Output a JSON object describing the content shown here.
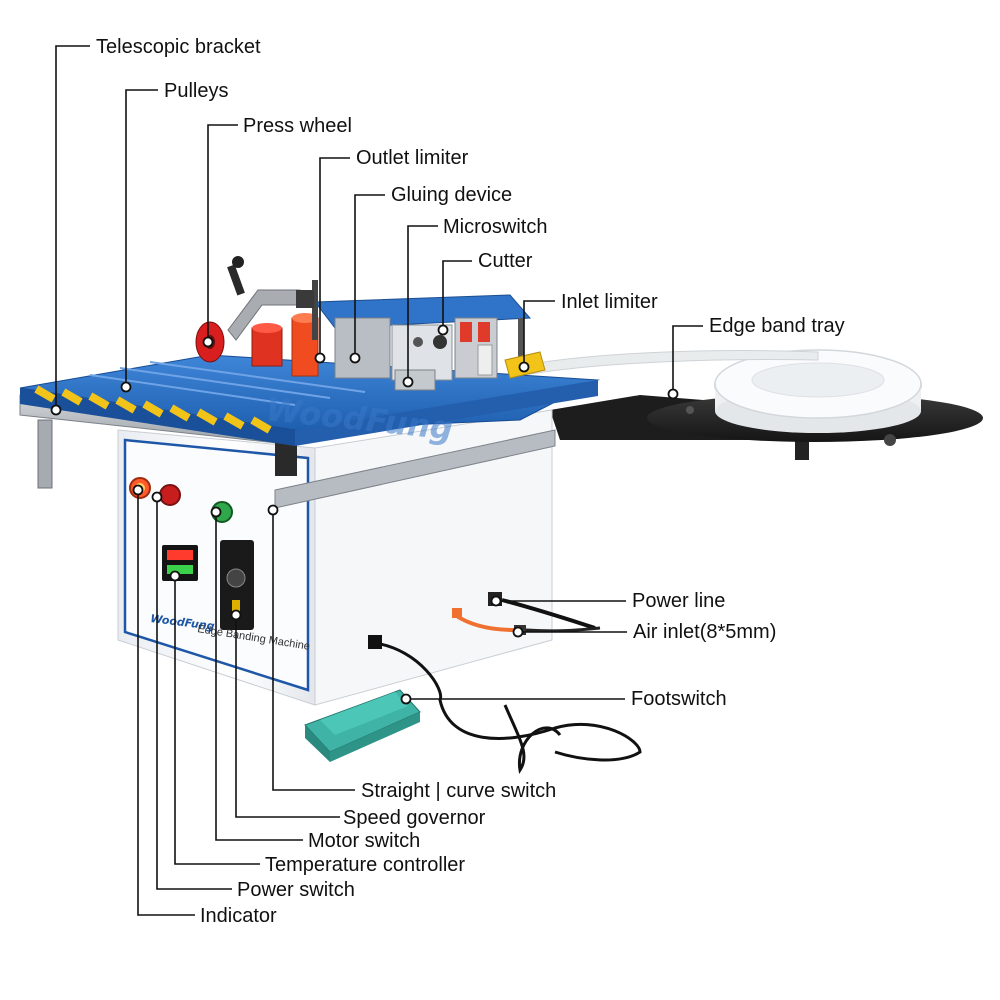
{
  "brand": {
    "logo_text": "WoodFung",
    "panel_text": "Edge Banding Machine"
  },
  "labels": {
    "telescopic_bracket": "Telescopic bracket",
    "pulleys": "Pulleys",
    "press_wheel": "Press wheel",
    "outlet_limiter": "Outlet limiter",
    "gluing_device": "Gluing device",
    "microswitch": "Microswitch",
    "cutter": "Cutter",
    "inlet_limiter": "Inlet limiter",
    "edge_band_tray": "Edge band tray",
    "power_line": "Power line",
    "air_inlet": "Air inlet(8*5mm)",
    "footswitch": "Footswitch",
    "straight_curve_switch": "Straight | curve switch",
    "speed_governor": "Speed governor",
    "motor_switch": "Motor switch",
    "temperature_controller": "Temperature controller",
    "power_switch": "Power switch",
    "indicator": "Indicator"
  },
  "colors": {
    "table_blue": "#2b6fc4",
    "cabinet_white": "#f4f6f8",
    "roller_yellow": "#f2c318",
    "pedal_teal": "#3aa79a",
    "tray_dark": "#2a2a2a",
    "accent_red": "#d9231d"
  }
}
